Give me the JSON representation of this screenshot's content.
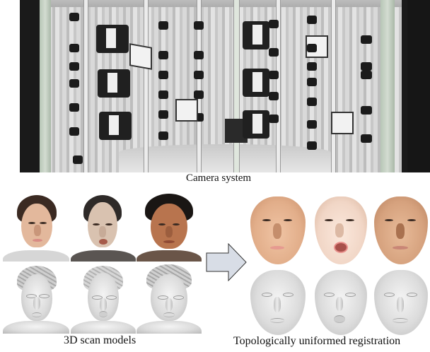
{
  "figure": {
    "photo": {
      "label": "camera-system-photo",
      "background": "#1a1a1a"
    },
    "captions": {
      "camera_system": "Camera system",
      "scan_models": "3D scan models",
      "registration": "Topologically uniformed registration"
    },
    "scan_models": {
      "textured": [
        {
          "subject": "male-1",
          "expression": "neutral",
          "skin": "#e3b89c",
          "hair": "#3b2a22",
          "shirt": "#d0d0d0"
        },
        {
          "subject": "female-1",
          "expression": "mouth-open",
          "skin": "#d9c2b0",
          "hair": "#2e2a28",
          "shirt": "#5a5552"
        },
        {
          "subject": "male-2",
          "expression": "neutral",
          "skin": "#b8744e",
          "hair": "#1a1614",
          "shirt": "#6a5548"
        }
      ],
      "geometry": [
        {
          "subject": "male-1",
          "expression": "neutral"
        },
        {
          "subject": "female-1",
          "expression": "mouth-open"
        },
        {
          "subject": "male-2",
          "expression": "neutral"
        }
      ]
    },
    "arrow": {
      "direction": "right",
      "fill": "#d8dde6",
      "stroke": "#333333"
    },
    "registration": {
      "textured": [
        {
          "subject": "male-1",
          "skin": "#e2ae8a"
        },
        {
          "subject": "female-1",
          "skin": "#f1d6c6"
        },
        {
          "subject": "male-2",
          "skin": "#d6a27e"
        }
      ],
      "geometry": [
        {
          "subject": "male-1"
        },
        {
          "subject": "female-1"
        },
        {
          "subject": "male-2"
        }
      ]
    }
  }
}
